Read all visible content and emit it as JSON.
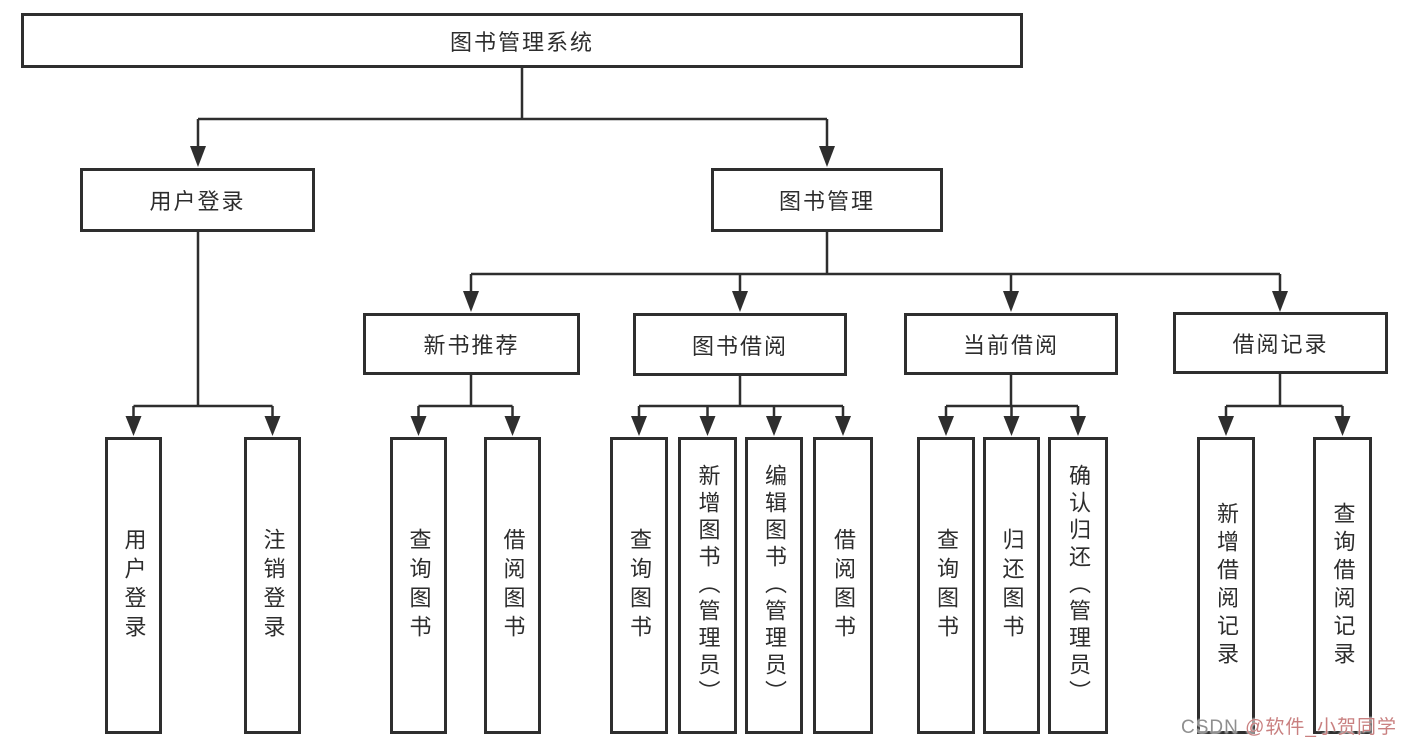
{
  "diagram": {
    "nodes": {
      "root": "图书管理系统",
      "user_login": "用户登录",
      "book_mgmt": "图书管理",
      "new_book_rec": "新书推荐",
      "book_borrow": "图书借阅",
      "current_borrow": "当前借阅",
      "borrow_record": "借阅记录",
      "leaf_user_login": "用户登录",
      "leaf_logout": "注销登录",
      "leaf_nb_query": "查询图书",
      "leaf_nb_borrow": "借阅图书",
      "leaf_bb_query": "查询图书",
      "leaf_bb_add": "新增图书（管理员）",
      "leaf_bb_edit": "编辑图书（管理员）",
      "leaf_bb_borrow": "借阅图书",
      "leaf_cb_query": "查询图书",
      "leaf_cb_return": "归还图书",
      "leaf_cb_confirm": "确认归还（管理员）",
      "leaf_br_add": "新增借阅记录",
      "leaf_br_query": "查询借阅记录"
    }
  },
  "watermark": {
    "prefix": "CSDN ",
    "handle": "@软件_小贺同学"
  },
  "colors": {
    "line": "#2e2e2e",
    "box_border": "#2e2e2e",
    "text": "#2d2d2d",
    "watermark_gray": "#8f8f8f",
    "watermark_red": "#c98080"
  }
}
